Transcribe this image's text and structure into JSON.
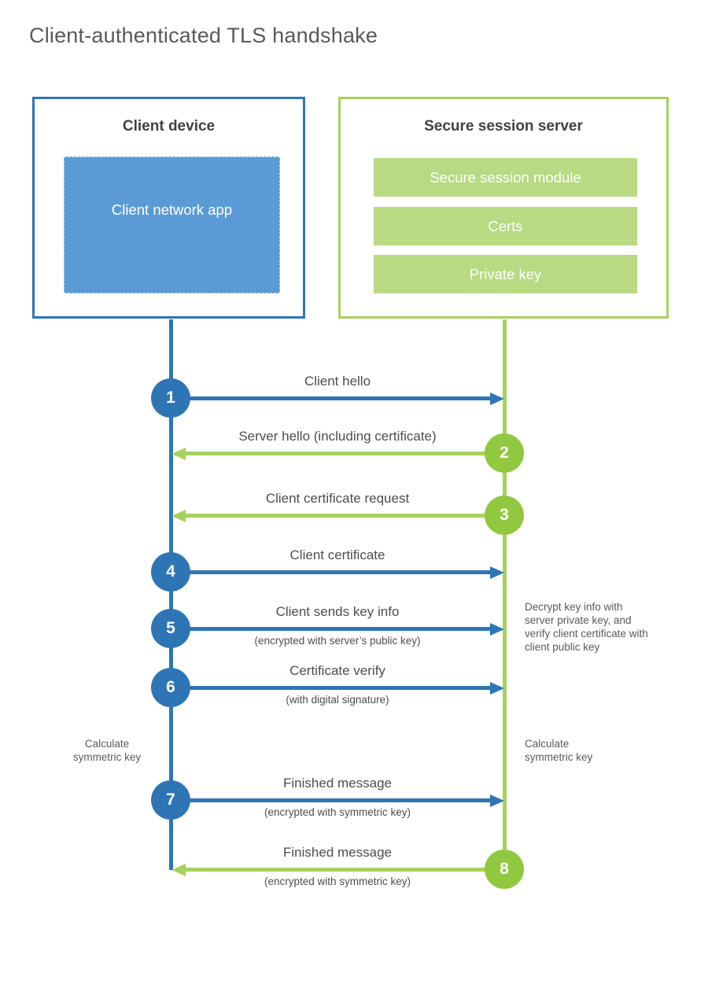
{
  "title": "Client-authenticated TLS handshake",
  "colors": {
    "blue_strong": "#2e75b6",
    "blue_fill": "#5b9bd5",
    "green_line": "#a6d25b",
    "green_bar": "#b7da82",
    "green_circle": "#92c83f",
    "text_dark": "#414042",
    "text_gray": "#58595b"
  },
  "client": {
    "title": "Client device",
    "app_label": "Client network app"
  },
  "server": {
    "title": "Secure session server",
    "modules": [
      "Secure session module",
      "Certs",
      "Private key"
    ]
  },
  "messages": [
    {
      "number": "1",
      "label": "Client hello",
      "from": "client",
      "to": "server"
    },
    {
      "number": "2",
      "label": "Server hello (including certificate)",
      "from": "server",
      "to": "client"
    },
    {
      "number": "3",
      "label": "Client certificate request",
      "from": "server",
      "to": "client"
    },
    {
      "number": "4",
      "label": "Client certificate",
      "from": "client",
      "to": "server"
    },
    {
      "number": "5",
      "label": "Client sends key info",
      "sublabel": "(encrypted with server’s public key)",
      "from": "client",
      "to": "server"
    },
    {
      "number": "6",
      "label": "Certificate verify",
      "sublabel": "(with digital signature)",
      "from": "client",
      "to": "server"
    },
    {
      "number": "7",
      "label": "Finished message",
      "sublabel": "(encrypted with symmetric key)",
      "from": "client",
      "to": "server"
    },
    {
      "number": "8",
      "label": "Finished message",
      "sublabel": "(encrypted with symmetric key)",
      "from": "server",
      "to": "client"
    }
  ],
  "notes": {
    "decrypt": "Decrypt key info with server private key, and verify client certificate with client public key",
    "calc_left": "Calculate symmetric key",
    "calc_right": "Calculate symmetric key"
  }
}
